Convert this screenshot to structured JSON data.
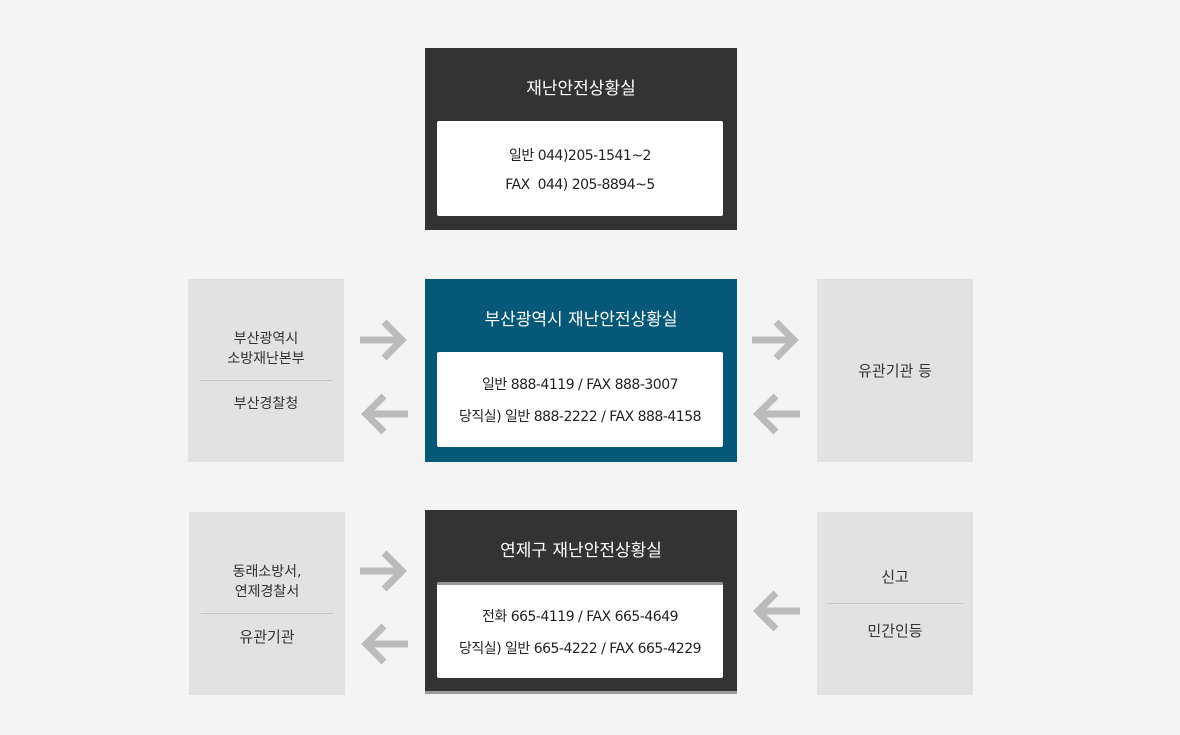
{
  "top": {
    "title": "재난안전상황실",
    "lines": [
      "일반 044)205-1541~2",
      "FAX  044) 205-8894~5"
    ]
  },
  "middle": {
    "title": "부산광역시 재난안전상황실",
    "lines": [
      "일반 888-4119 / FAX 888-3007",
      "당직실) 일반 888-2222 / FAX 888-4158"
    ],
    "left": {
      "group1": [
        "부산광역시",
        "소방재난본부"
      ],
      "group2": "부산경찰청"
    },
    "right": "유관기관 등"
  },
  "bottom": {
    "title": "연제구 재난안전상황실",
    "lines": [
      "전화 665-4119 / FAX 665-4649",
      "당직실) 일반 665-4222 / FAX 665-4229"
    ],
    "left": {
      "group1": [
        "동래소방서,",
        "연제경찰서"
      ],
      "group2": "유관기관"
    },
    "right": {
      "group1": "신고",
      "group2": "민간인등"
    }
  },
  "colors": {
    "dark": "#333333",
    "blue": "#075878",
    "side": "#e2e2e2",
    "arrow": "#bbbbbb"
  }
}
